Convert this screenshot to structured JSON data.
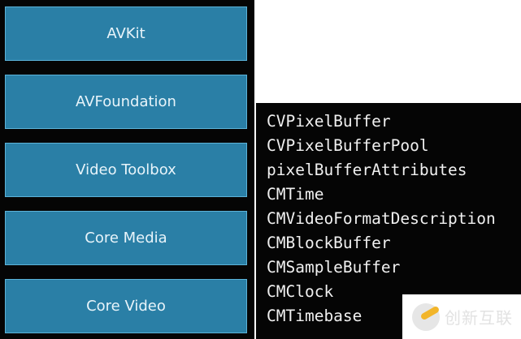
{
  "stack_layers": [
    {
      "label": "AVKit"
    },
    {
      "label": "AVFoundation"
    },
    {
      "label": "Video Toolbox"
    },
    {
      "label": "Core Media"
    },
    {
      "label": "Core Video"
    }
  ],
  "types_list": [
    "CVPixelBuffer",
    "CVPixelBufferPool",
    "pixelBufferAttributes",
    "CMTime",
    "CMVideoFormatDescription",
    "CMBlockBuffer",
    "CMSampleBuffer",
    "CMClock",
    "CMTimebase"
  ],
  "watermark": {
    "text": "创新互联"
  },
  "colors": {
    "box_fill": "#2a7fa6",
    "box_border": "#5cb3d9",
    "background": "#050505"
  }
}
